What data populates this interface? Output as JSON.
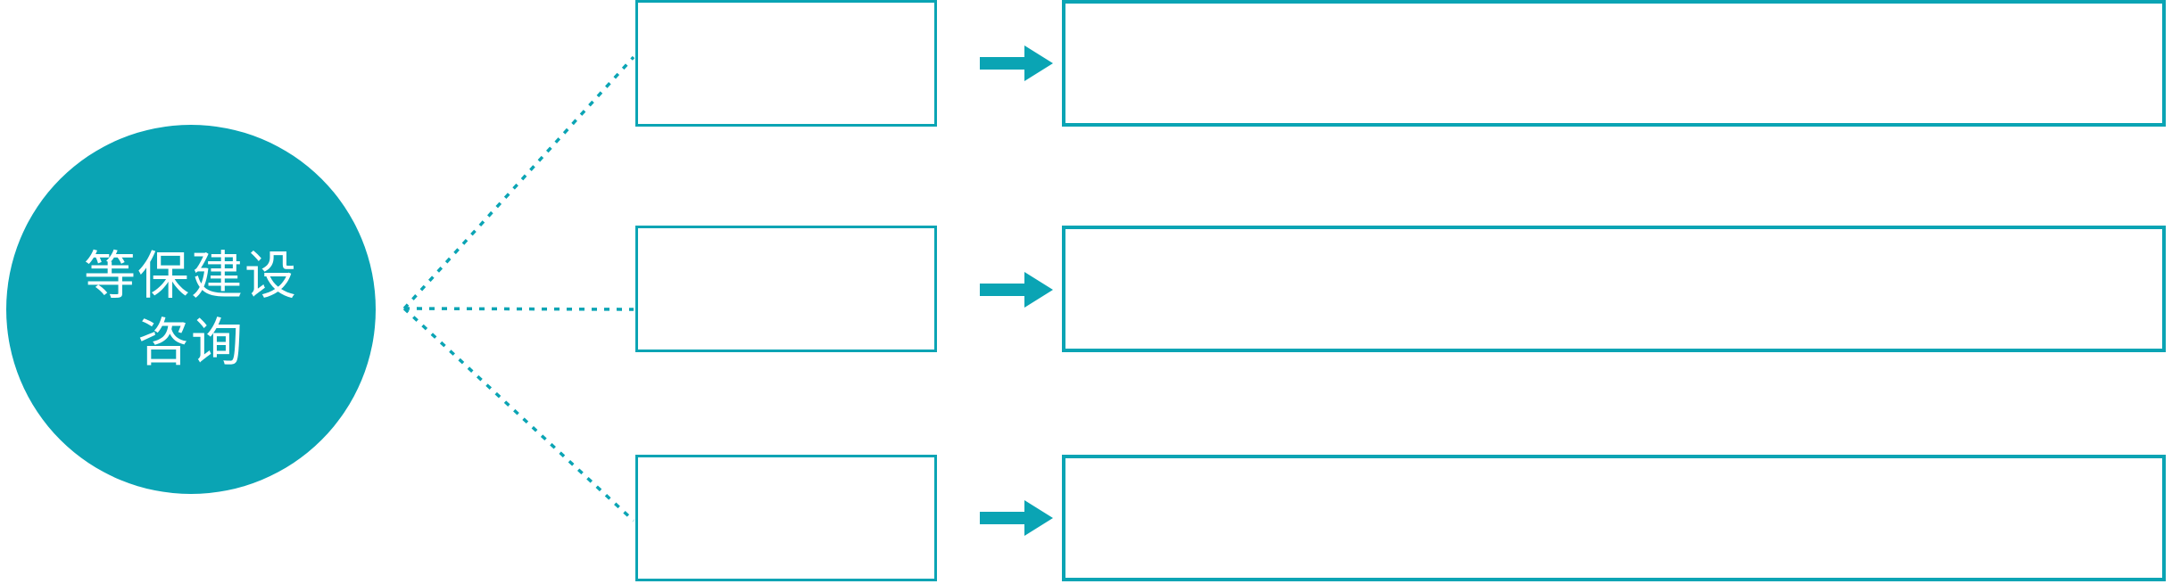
{
  "colors": {
    "accent": "#0aa4b4",
    "text_on_accent": "#ffffff"
  },
  "diagram": {
    "type": "radiating-list",
    "circle": {
      "line1": "等保建设",
      "line2": "咨询"
    },
    "rows": [
      {
        "small_box_text": "",
        "large_box_text": ""
      },
      {
        "small_box_text": "",
        "large_box_text": ""
      },
      {
        "small_box_text": "",
        "large_box_text": ""
      }
    ]
  }
}
